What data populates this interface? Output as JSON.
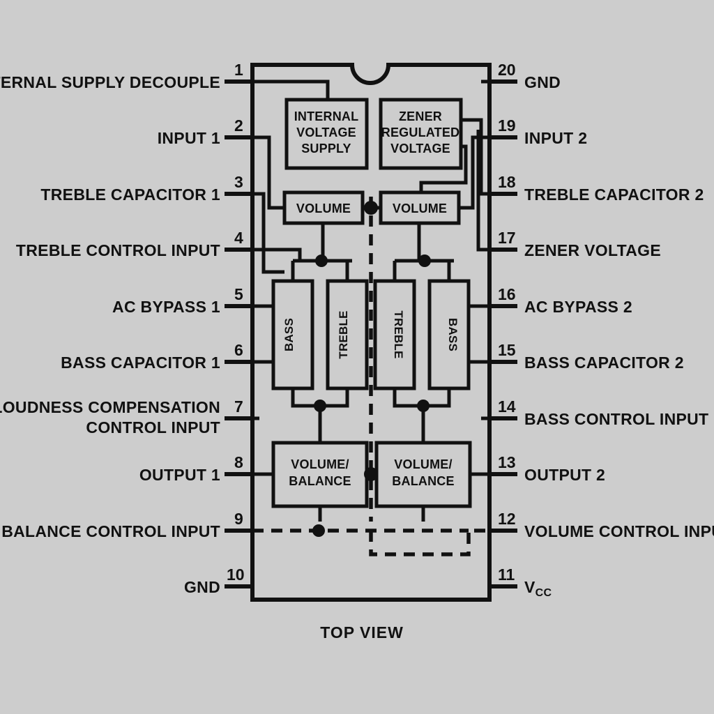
{
  "figure": {
    "caption": "TOP VIEW",
    "colors": {
      "background": "#cdcdcd",
      "ink": "#111111"
    }
  },
  "package": {
    "pin_count": 20,
    "notch": "semicircle-top-center"
  },
  "pins_left": [
    {
      "number": "1",
      "label": "INTERNAL SUPPLY DECOUPLE"
    },
    {
      "number": "2",
      "label": "INPUT 1"
    },
    {
      "number": "3",
      "label": "TREBLE CAPACITOR 1"
    },
    {
      "number": "4",
      "label": "TREBLE CONTROL INPUT"
    },
    {
      "number": "5",
      "label": "AC BYPASS 1"
    },
    {
      "number": "6",
      "label": "BASS CAPACITOR 1"
    },
    {
      "number": "7",
      "label": "LOUDNESS COMPENSATION",
      "label2": "CONTROL INPUT"
    },
    {
      "number": "8",
      "label": "OUTPUT 1"
    },
    {
      "number": "9",
      "label": "BALANCE CONTROL INPUT"
    },
    {
      "number": "10",
      "label": "GND"
    }
  ],
  "pins_right": [
    {
      "number": "20",
      "label": "GND"
    },
    {
      "number": "19",
      "label": "INPUT 2"
    },
    {
      "number": "18",
      "label": "TREBLE CAPACITOR 2"
    },
    {
      "number": "17",
      "label": "ZENER VOLTAGE"
    },
    {
      "number": "16",
      "label": "AC BYPASS 2"
    },
    {
      "number": "15",
      "label": "BASS CAPACITOR 2"
    },
    {
      "number": "14",
      "label": "BASS CONTROL INPUT"
    },
    {
      "number": "13",
      "label": "OUTPUT 2"
    },
    {
      "number": "12",
      "label": "VOLUME CONTROL INPUT"
    },
    {
      "number": "11",
      "label": "V",
      "sub": "CC"
    }
  ],
  "blocks": {
    "internal_voltage_supply": {
      "line1": "INTERNAL",
      "line2": "VOLTAGE",
      "line3": "SUPPLY"
    },
    "zener_regulated_voltage": {
      "line1": "ZENER",
      "line2": "REGULATED",
      "line3": "VOLTAGE"
    },
    "volume_left": "VOLUME",
    "volume_right": "VOLUME",
    "bass_left": "BASS",
    "treble_left": "TREBLE",
    "treble_right": "TREBLE",
    "bass_right": "BASS",
    "volume_balance_left": {
      "line1": "VOLUME/",
      "line2": "BALANCE"
    },
    "volume_balance_right": {
      "line1": "VOLUME/",
      "line2": "BALANCE"
    }
  }
}
